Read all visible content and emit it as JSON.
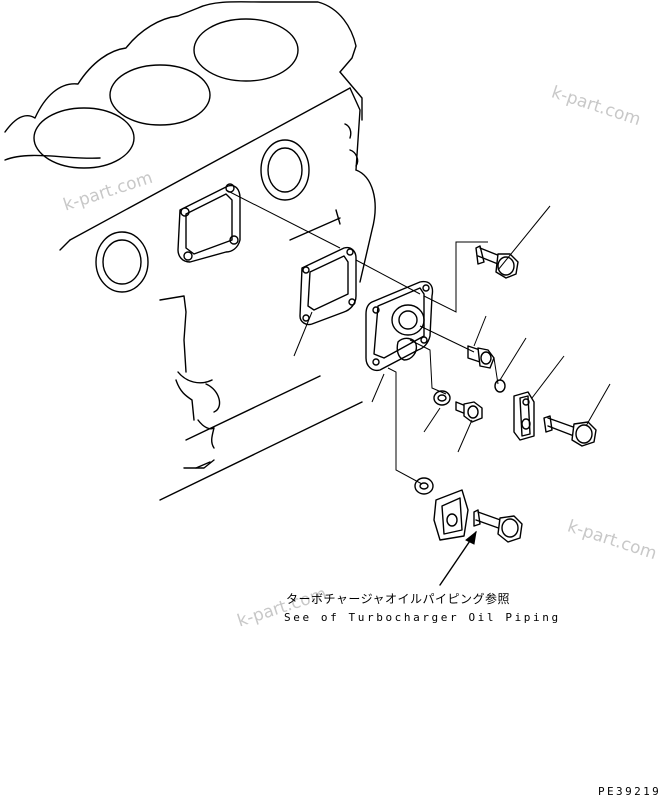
{
  "watermarks": [
    "k-part.com",
    "k-part.com",
    "k-part.com",
    "k-part.com"
  ],
  "note": {
    "japanese": "ターボチャージャオイルパイピング参照",
    "english": "See of Turbocharger Oil Piping"
  },
  "figure_code": "PE39219"
}
